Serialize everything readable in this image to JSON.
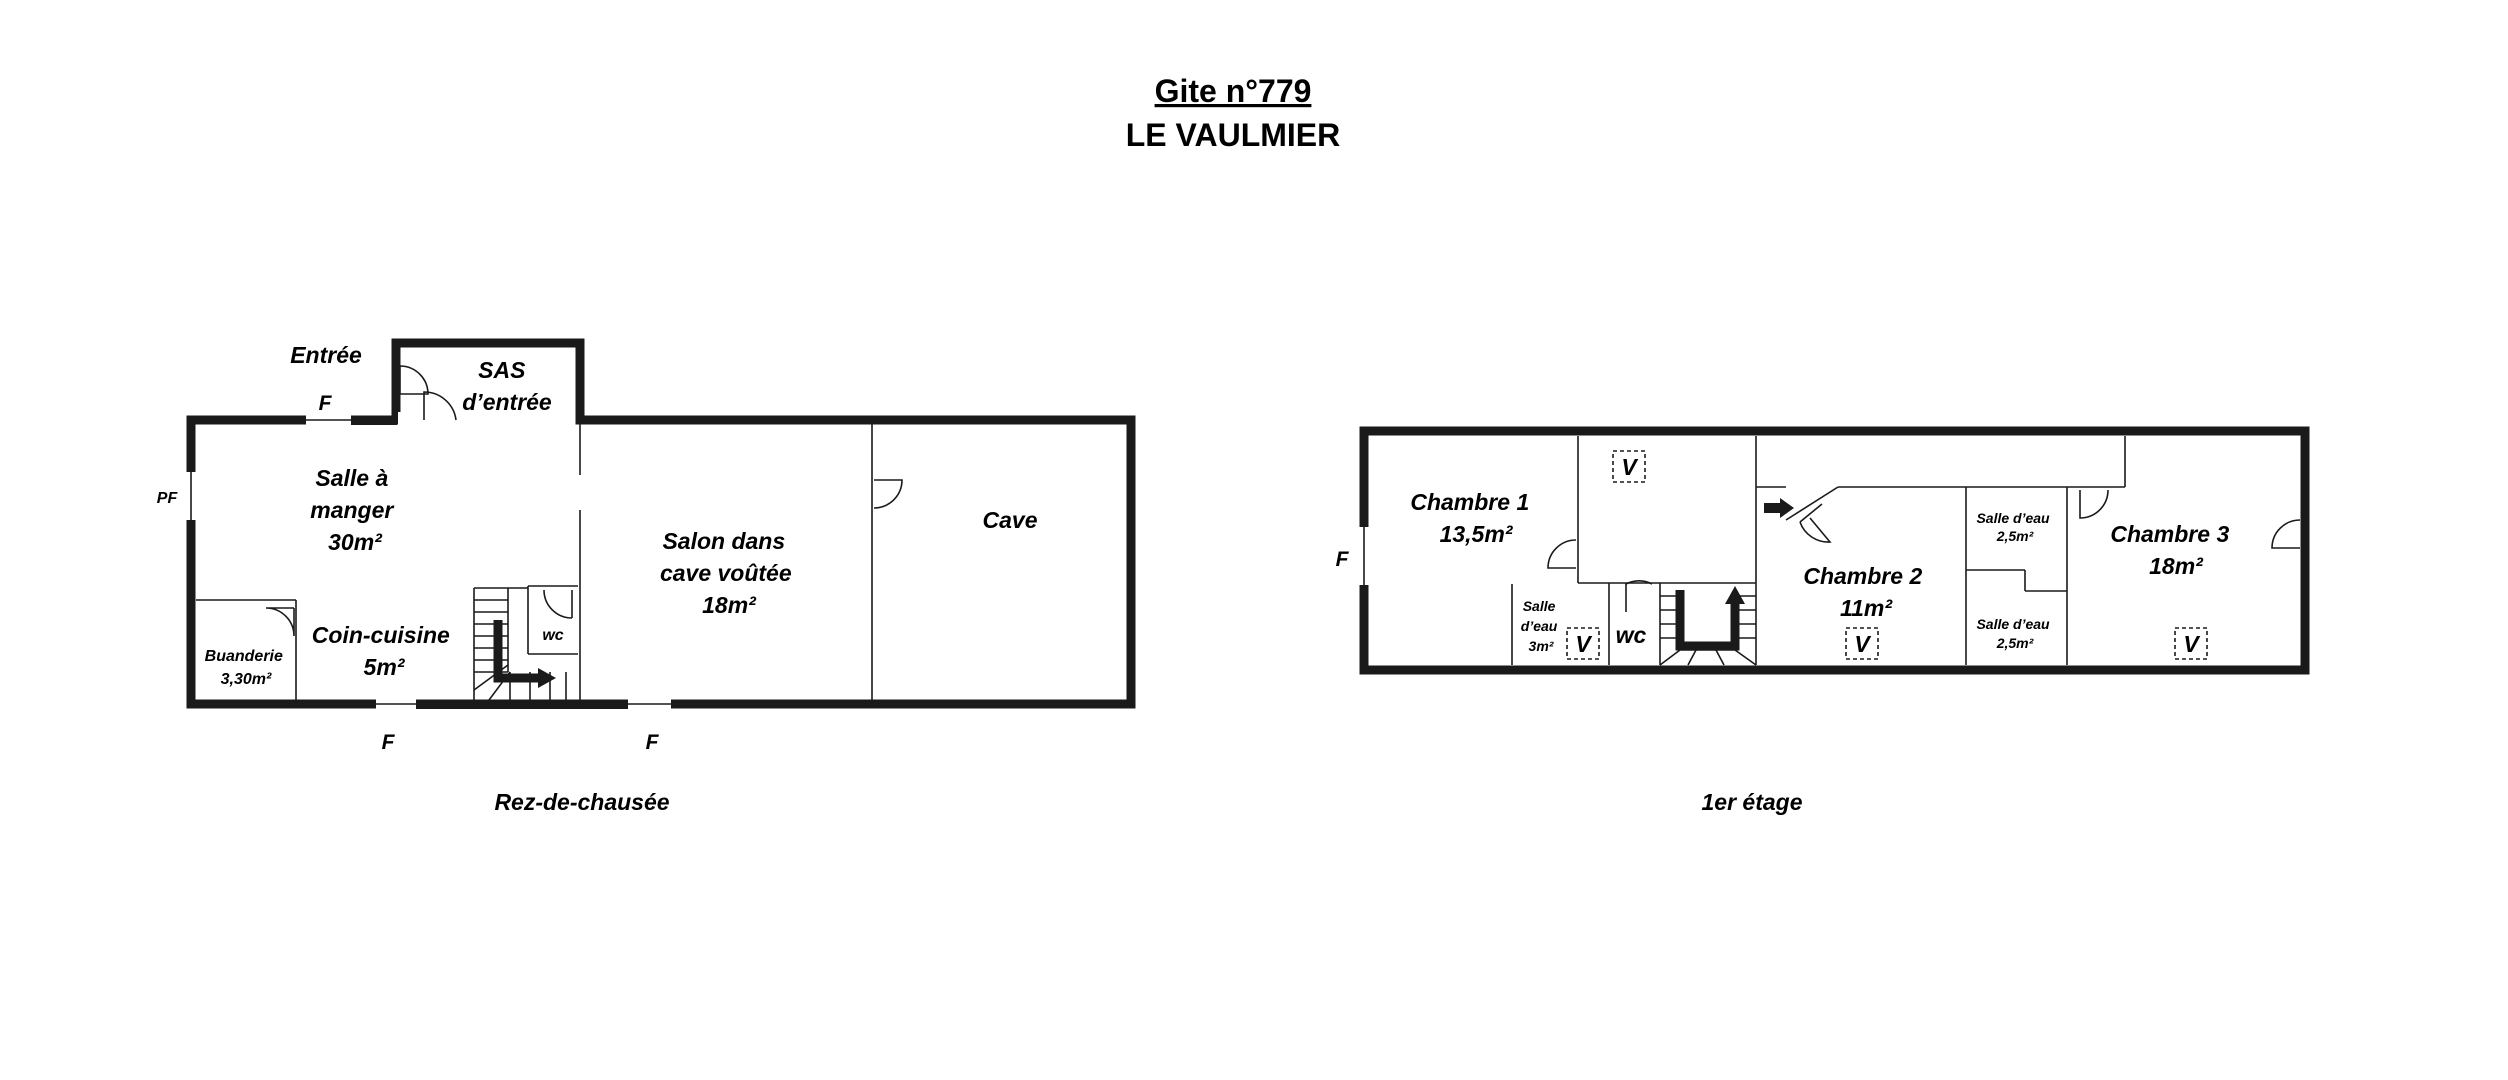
{
  "title": {
    "line1": "Gite n°779",
    "line2": "LE VAULMIER"
  },
  "ground_floor": {
    "caption": "Rez-de-chausée",
    "entrance_label": "Entrée",
    "openings": {
      "f_top": "F",
      "pf_left": "PF",
      "f_bottom_1": "F",
      "f_bottom_2": "F"
    },
    "rooms": {
      "sas": [
        "SAS",
        "d’entrée"
      ],
      "salle_a_manger": [
        "Salle à",
        "manger",
        "30m²"
      ],
      "buanderie": [
        "Buanderie",
        "3,30m²"
      ],
      "coin_cuisine": [
        "Coin-cuisine",
        "5m²"
      ],
      "wc": "wc",
      "salon": [
        "Salon dans",
        "cave voûtée",
        "18m²"
      ],
      "cave": "Cave"
    }
  },
  "first_floor": {
    "caption": "1er étage",
    "openings": {
      "f_left": "F"
    },
    "vent_label": "V",
    "rooms": {
      "chambre1": [
        "Chambre 1",
        "13,5m²"
      ],
      "salle_deau_1": [
        "Salle",
        "d’eau",
        "3m²"
      ],
      "wc": "wc",
      "chambre2": [
        "Chambre 2",
        "11m²"
      ],
      "salle_deau_2": [
        "Salle d’eau",
        "2,5m²"
      ],
      "salle_deau_3": [
        "Salle d’eau",
        "2,5m²"
      ],
      "chambre3": [
        "Chambre 3",
        "18m²"
      ]
    }
  }
}
